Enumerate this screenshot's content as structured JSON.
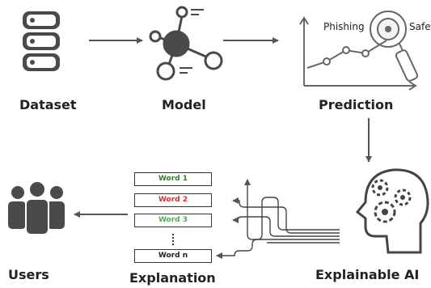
{
  "nodes": {
    "dataset": "Dataset",
    "model": "Model",
    "prediction": "Prediction",
    "explainable_ai": "Explainable AI",
    "explanation": "Explanation",
    "users": "Users"
  },
  "prediction_labels": {
    "phishing": "Phishing",
    "safe": "Safe"
  },
  "words": [
    {
      "label": "Word 1",
      "color": "#2e7d32"
    },
    {
      "label": "Word 2",
      "color": "#d32f2f"
    },
    {
      "label": "Word 3",
      "color": "#4caf50"
    },
    {
      "label": "Word n",
      "color": "#222222"
    }
  ],
  "colors": {
    "icon_dark": "#4a4a4a",
    "icon_light": "#9e9e9e",
    "arrow": "#555555"
  }
}
